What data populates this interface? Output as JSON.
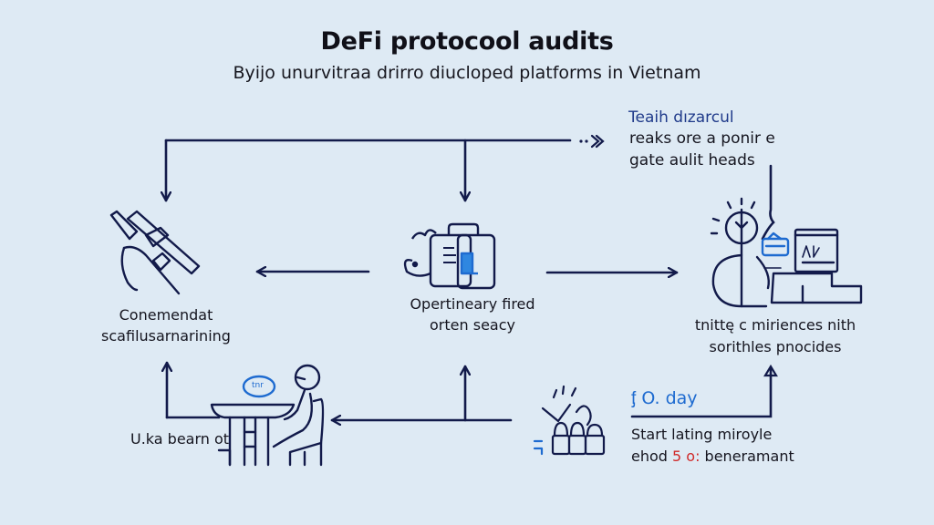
{
  "header": {
    "title": "DeFi protocool audits",
    "subtitle": "Byijo unurvitraa drirro diucloped platforms in Vietnam"
  },
  "colors": {
    "background": "#deeaf4",
    "line": "#121a4a",
    "accent": "#1e6bd0",
    "highlight": "#d02a2a"
  },
  "nodes": {
    "top_note": {
      "title": "Teaih dızarcul",
      "lines": [
        "reaks ore a ponir e",
        "gate aulit heads"
      ]
    },
    "left": {
      "icon": "hand-tool-icon",
      "lines": [
        "Conemendat",
        "scafilusarnarining"
      ]
    },
    "center": {
      "icon": "document-bag-icon",
      "lines": [
        "Opertineary fired",
        "orten seacy"
      ]
    },
    "right": {
      "icon": "person-computer-icon",
      "lines": [
        "tnittę c miriences nith",
        "sorithles pnocides"
      ]
    },
    "bottom_left": {
      "icon": "person-at-desk-icon",
      "badge": "tnr",
      "label": "U.ka bearn ot"
    },
    "bottom_right": {
      "icon": "team-group-icon",
      "day_label": "ᶂ O. day",
      "lines_prefix": "Start lating miroyle",
      "line2_a": "ehod ",
      "line2_highlight": "5 o:",
      "line2_b": " beneramant"
    }
  }
}
